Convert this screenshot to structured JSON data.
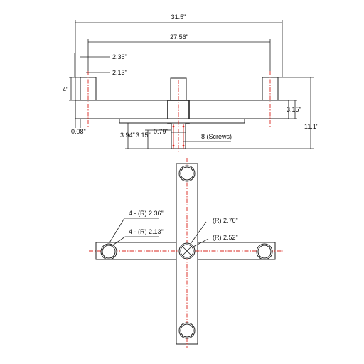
{
  "side_view": {
    "dim_overall_width": "31.5\"",
    "dim_post_spacing": "27.56\"",
    "dim_post_outer": "2.36\"",
    "dim_post_inner": "2.13\"",
    "dim_post_height": "4\"",
    "dim_offset": "0.08\"",
    "dim_right": "3.15\"",
    "dim_total_height": "11.1\"",
    "dim_center_width": "0.79\"",
    "dim_stem_a": "3.94\"",
    "dim_stem_b": "3.15\"",
    "screws_note": "8 (Screws)"
  },
  "top_view": {
    "outer_radius_note": "4 - (R) 2.36\"",
    "inner_radius_note": "4 - (R) 2.13\"",
    "center_outer_radius": "(R) 2.76\"",
    "center_inner_radius": "(R) 2.52\""
  },
  "colors": {
    "outline": "#222222",
    "centerline": "#d9251d"
  }
}
